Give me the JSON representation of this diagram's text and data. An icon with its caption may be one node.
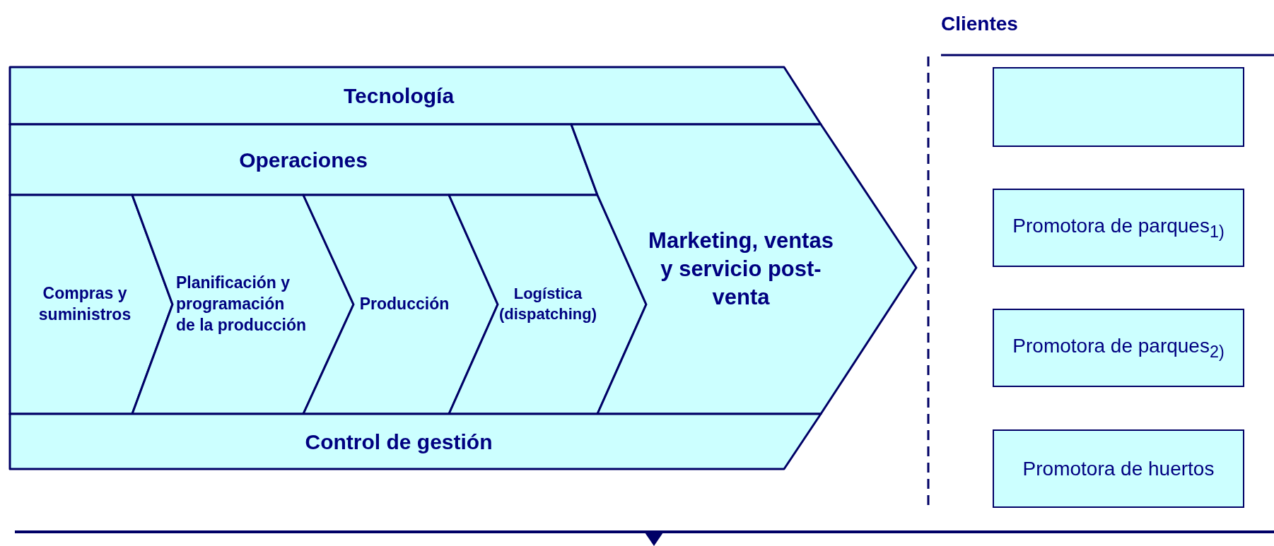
{
  "diagram": {
    "nodes": [
      {
        "text": [
          "Tecnología"
        ]
      },
      {
        "text": [
          "Operaciones"
        ]
      },
      {
        "text": [
          "Compras y suministros"
        ]
      },
      {
        "text": [
          "Planificación y programación de la producción"
        ]
      },
      {
        "text": [
          "Producción"
        ]
      },
      {
        "text": [
          "Logística (dispatching)"
        ]
      },
      {
        "text": [
          "Marketing, ventas y servicio post-venta"
        ]
      },
      {
        "text": [
          "Control de gestión"
        ]
      },
      {
        "text": [],
        "shape": "box"
      },
      {
        "text": [
          "Promotora de parques$_{1)}$"
        ]
      },
      {
        "text": [
          "Promotora de parques$_{2)}$"
        ]
      },
      {
        "text": [
          "Promotora de huertos"
        ]
      }
    ],
    "edges": [],
    "labels": [
      "Clientes"
    ]
  }
}
